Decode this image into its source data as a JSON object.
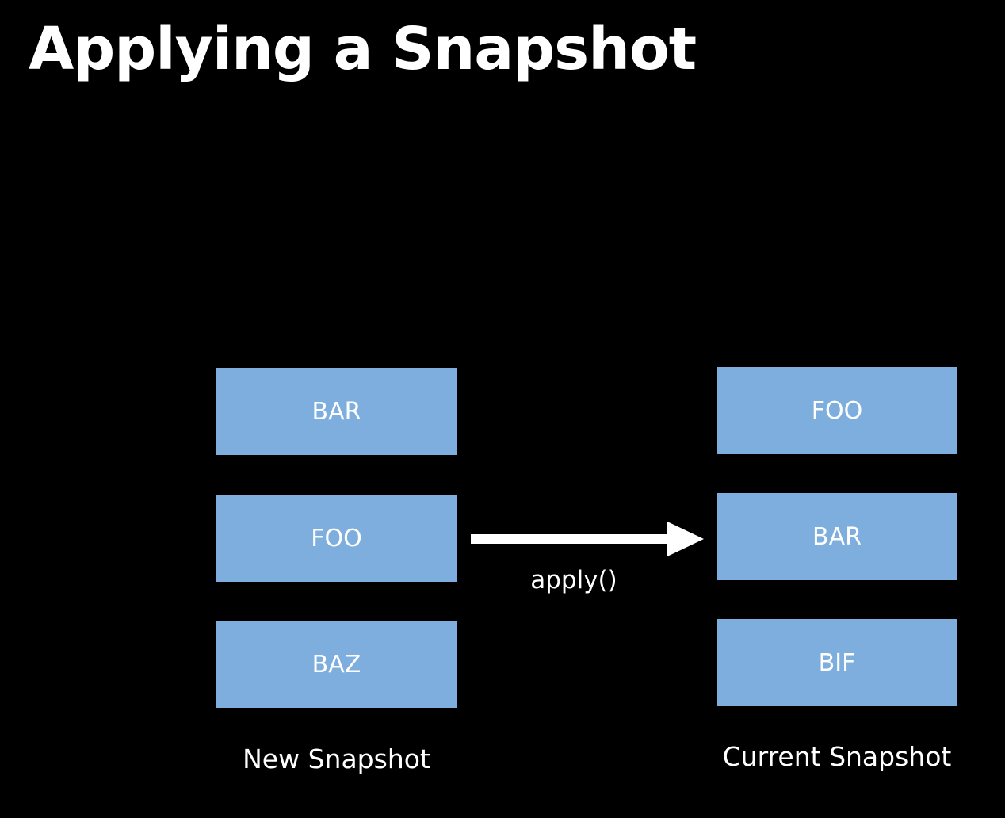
{
  "title": "Applying a Snapshot",
  "new_snapshot": {
    "label": "New Snapshot",
    "items": [
      "BAR",
      "FOO",
      "BAZ"
    ]
  },
  "current_snapshot": {
    "label": "Current Snapshot",
    "items": [
      "FOO",
      "BAR",
      "BIF"
    ]
  },
  "arrow_label": "apply()",
  "colors": {
    "background": "#000000",
    "box_fill": "#7eaedd",
    "text": "#ffffff",
    "arrow": "#ffffff"
  }
}
